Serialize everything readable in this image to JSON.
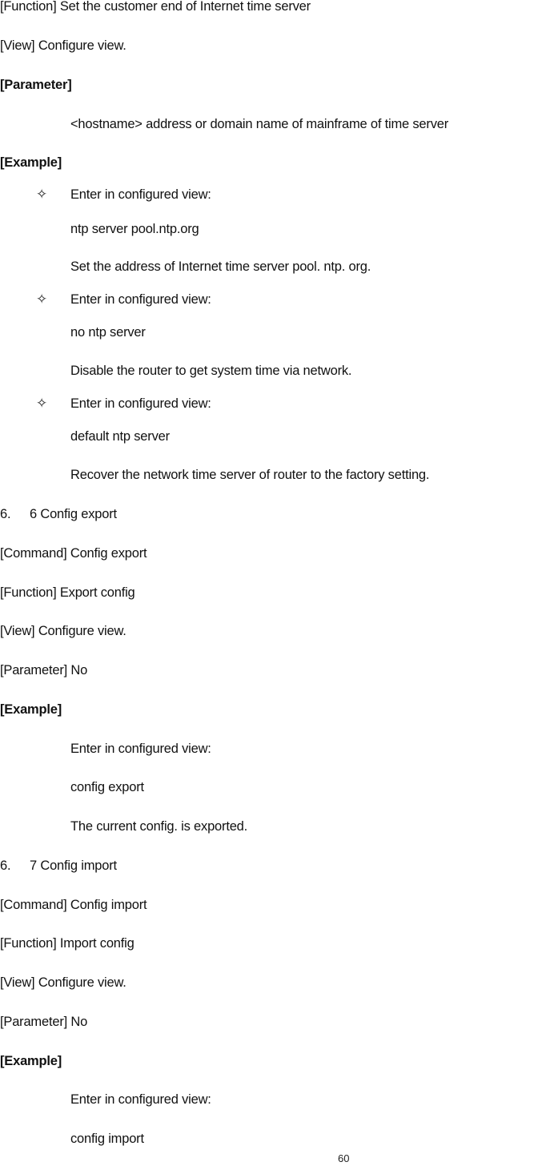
{
  "ntp_section": {
    "function": "[Function] Set the customer end of Internet time server",
    "view": "[View] Configure view.",
    "parameter_heading": "[Parameter]",
    "parameter_desc": "<hostname> address or domain name of mainframe of time server",
    "example_heading": "[Example]",
    "examples": [
      {
        "lead": "Enter in configured view:",
        "command": "ntp server pool.ntp.org",
        "description": "Set the address of Internet time server pool. ntp. org."
      },
      {
        "lead": "Enter in configured view:",
        "command": "no ntp server",
        "description": "Disable the router to get system time via network."
      },
      {
        "lead": "Enter in configured view:",
        "command": "default ntp server",
        "description": "Recover the network time server of router to the factory setting."
      }
    ]
  },
  "bullet_icon": "four-point-star-outline",
  "config_export": {
    "heading_number": "6.",
    "heading_text": "6 Config export",
    "command": "[Command] Config export",
    "function": "[Function] Export config",
    "view": "[View] Configure view.",
    "parameter": "[Parameter] No",
    "example_heading": "[Example]",
    "example_lead": "Enter in configured view:",
    "example_command": "config export",
    "example_description": "The current config. is exported."
  },
  "config_import": {
    "heading_number": "6.",
    "heading_text": "7 Config import",
    "command": "[Command] Config import",
    "function": "[Function] Import config",
    "view": "[View] Configure view.",
    "parameter": "[Parameter] No",
    "example_heading": "[Example]",
    "example_lead": "Enter in configured view:",
    "example_command": "config import"
  },
  "page_number": "60"
}
